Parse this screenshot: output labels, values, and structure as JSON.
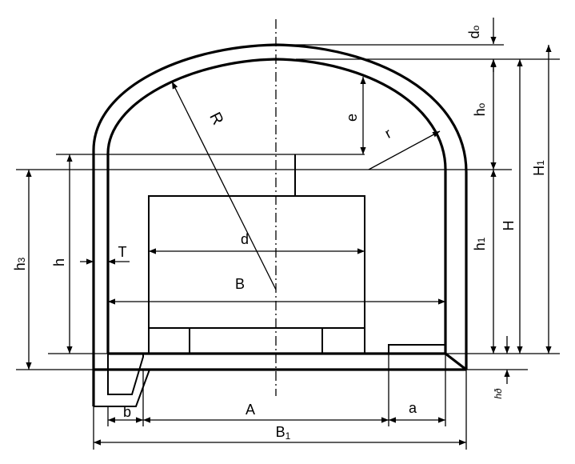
{
  "diagram": {
    "colors": {
      "line": "#000000",
      "background": "#ffffff"
    },
    "labels": {
      "d0": "d",
      "d0_sub": "o",
      "h0": "h",
      "h0_sub": "o",
      "H1": "H",
      "H1_sub": "1",
      "H": "H",
      "h1": "h",
      "h1_sub": "1",
      "hd": "hð",
      "h3": "h",
      "h3_sub": "3",
      "h": "h",
      "T": "T",
      "R": "R",
      "e": "e",
      "r": "r",
      "d": "d",
      "B": "B",
      "b": "b",
      "A": "A",
      "a": "a",
      "B1": "B",
      "B1_sub": "1"
    }
  }
}
